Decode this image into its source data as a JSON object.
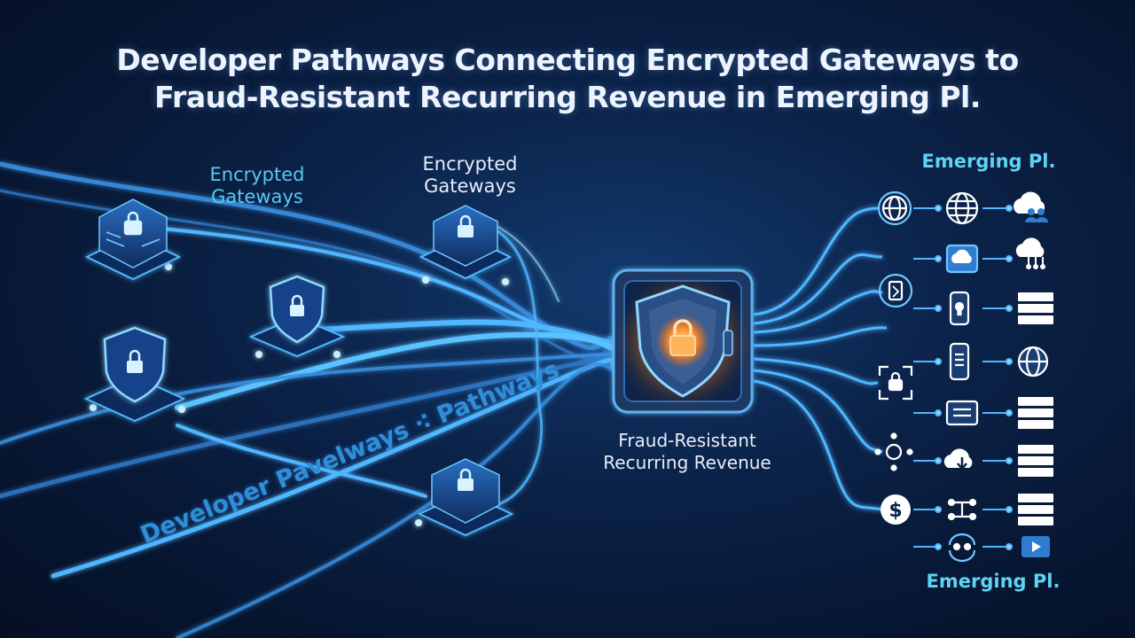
{
  "title": {
    "line1": "Developer Pathways Connecting Encrypted Gateways to",
    "line2": "Fraud-Resistant Recurring Revenue in Emerging Pl."
  },
  "labels": {
    "gateway_left": [
      "Encrypted",
      "Gateways"
    ],
    "gateway_right": [
      "Encrypted",
      "Gateways"
    ],
    "hub": [
      "Fraud-Resistant",
      "Recurring Revenue"
    ],
    "emerging_top": "Emerging Pl.",
    "emerging_bottom": "Emerging Pl.",
    "pathway": "Developer Pavelways ⁖ Pathways"
  },
  "icons": {
    "left_nodes": [
      "lock-server-icon",
      "lock-shield-icon",
      "lock-shield-icon",
      "lock-server-icon",
      "lock-server-icon"
    ],
    "hub": "shield-lock-icon",
    "right_col1": [
      "globe-icon",
      "document-icon",
      "phone-lock-icon",
      "phone-icon",
      "lock-scan-icon",
      "chat-card-icon",
      "gear-node-icon",
      "dollar-icon"
    ],
    "right_col2": [
      "globe-icon",
      "cloud-upload-icon",
      "server-stack-icon",
      "globe-icon",
      "server-stack-icon",
      "cloud-download-icon",
      "network-icon",
      "refresh-network-icon"
    ],
    "right_col3": [
      "cloud-users-icon",
      "cloud-network-icon",
      "server-stack-icon",
      "globe-icon",
      "server-stack-icon",
      "server-stack-icon",
      "server-stack-icon",
      "video-icon"
    ]
  },
  "colors": {
    "accent": "#4fb6ff",
    "glow": "#8fd8ff",
    "hub_core": "#ff9a3c"
  }
}
